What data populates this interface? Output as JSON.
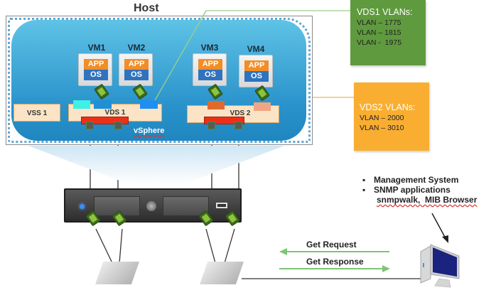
{
  "host": {
    "title": "Host",
    "platform_label": "vSphere"
  },
  "vms": [
    {
      "name": "VM1",
      "app": "APP",
      "os": "OS"
    },
    {
      "name": "VM2",
      "app": "APP",
      "os": "OS"
    },
    {
      "name": "VM3",
      "app": "APP",
      "os": "OS"
    },
    {
      "name": "VM4",
      "app": "APP",
      "os": "OS"
    }
  ],
  "switches": {
    "vss1": "VSS 1",
    "vds1": "VDS 1",
    "vds2": "VDS 2"
  },
  "port_colors": {
    "vds1": [
      "#3ef0e6",
      "#1f8fd6",
      "#1e8ff0"
    ],
    "vds2": [
      "#e06a2c",
      "#f0a585"
    ]
  },
  "vlan_boxes": {
    "vds1": {
      "title": "VDS1 VLANs:",
      "items": [
        "VLAN – 1775",
        "VLAN – 1815",
        "VLAN -  1975"
      ],
      "color": "#5f9a3e"
    },
    "vds2": {
      "title": "VDS2 VLANs:",
      "items": [
        "VLAN – 2000",
        "VLAN – 3010"
      ],
      "color": "#f9ae31"
    }
  },
  "management": {
    "bullets": [
      "Management System",
      "SNMP applications"
    ],
    "sub_line": "snmpwalk,  MIB Browser"
  },
  "messages": {
    "request": "Get Request",
    "response": "Get Response"
  }
}
